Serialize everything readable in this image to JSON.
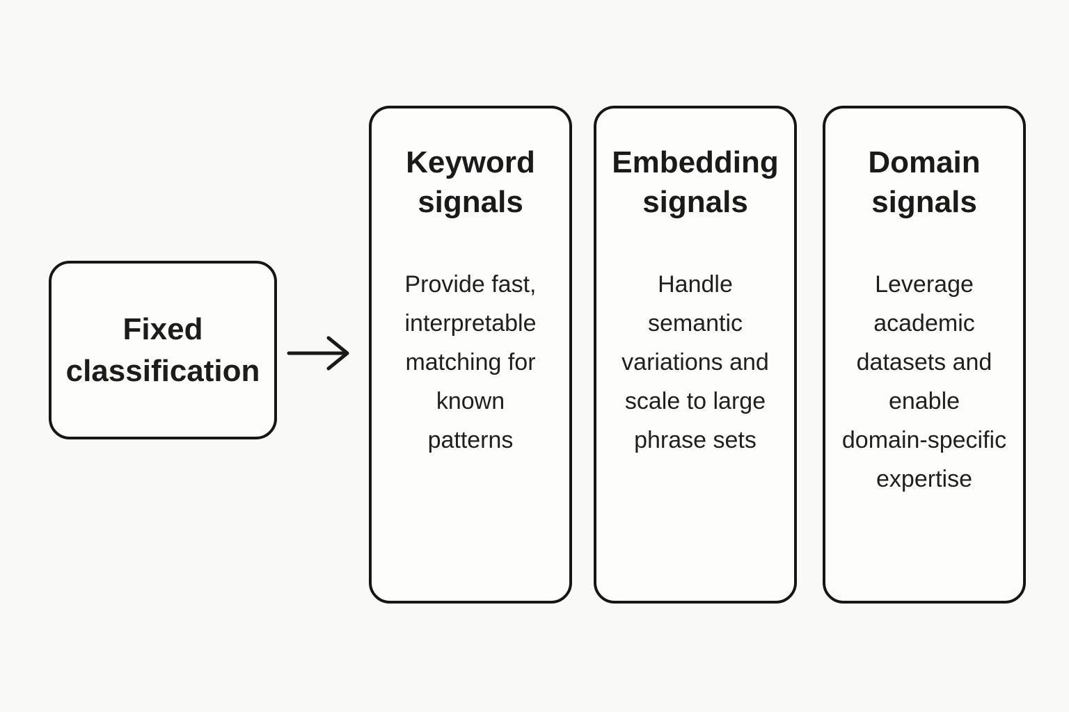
{
  "diagram": {
    "source_node": {
      "label": "Fixed\nclassification"
    },
    "arrow": {
      "direction": "right"
    },
    "columns": [
      {
        "title": "Keyword\nsignals",
        "body": "Provide fast,\ninterpretable\nmatching for\nknown\npatterns"
      },
      {
        "title": "Embedding\nsignals",
        "body": "Handle\nsemantic\nvariations and\nscale to large\nphrase sets"
      },
      {
        "title": "Domain\nsignals",
        "body": "Leverage\nacademic\ndatasets and\nenable\ndomain-specific\nexpertise"
      }
    ],
    "colors": {
      "background": "#f9f9f8",
      "node_fill": "#fdfdfc",
      "node_border": "#161616",
      "text": "#1c1c1c"
    }
  }
}
